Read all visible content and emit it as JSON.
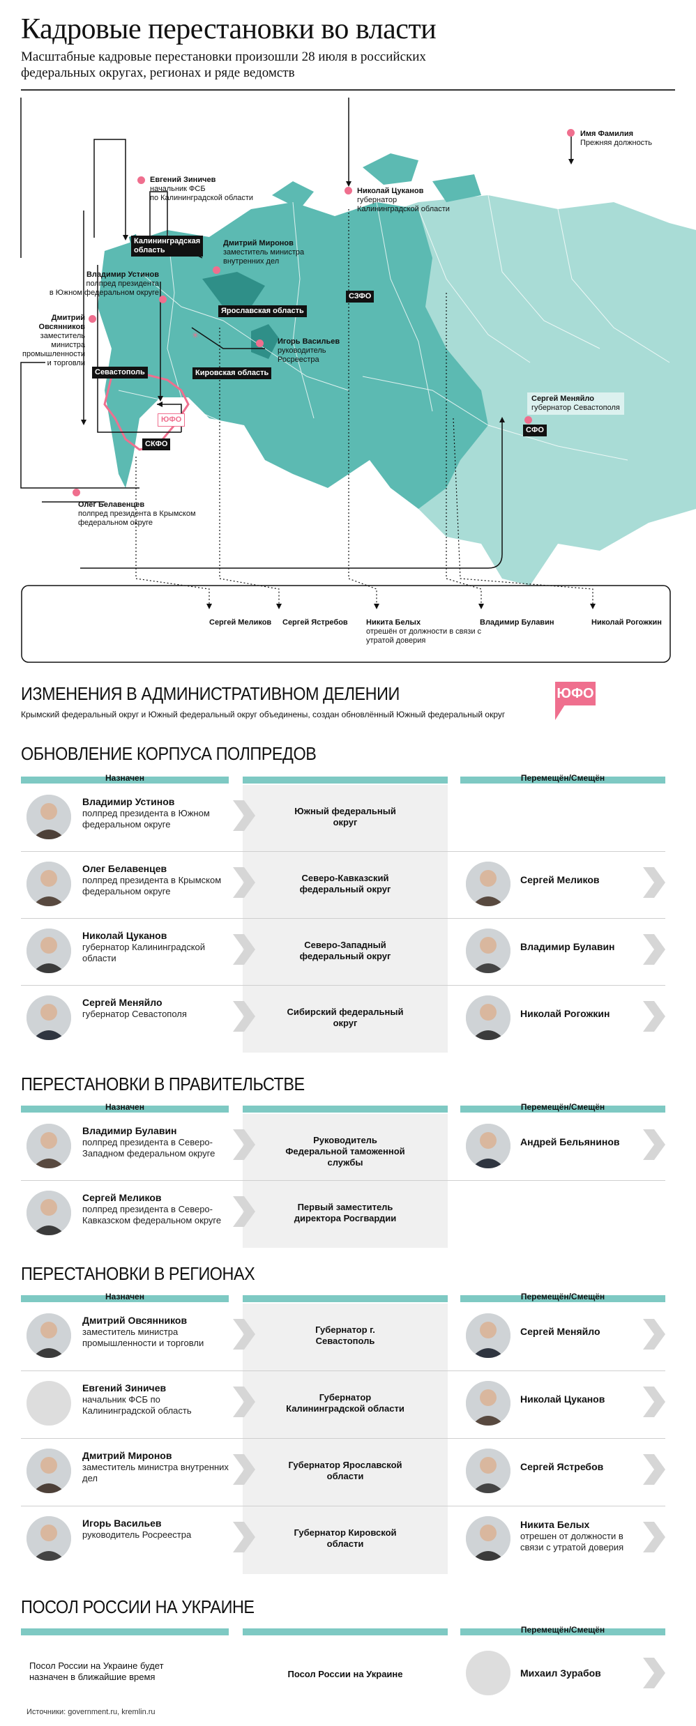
{
  "header": {
    "title": "Кадровые перестановки во власти",
    "subtitle": "Масштабные кадровые перестановки произошли 28 июля в российских федеральных округах, регионах и ряде ведомств"
  },
  "legend": {
    "name": "Имя Фамилия",
    "role": "Прежняя должность"
  },
  "map": {
    "labels": {
      "zinichev": [
        "Евгений Зиничев",
        "начальник ФСБ",
        "по Калининградской области"
      ],
      "tsukanov": [
        "Николай Цуканов",
        "губернатор",
        "Калининградской области"
      ],
      "mironov": [
        "Дмитрий Миронов",
        "заместитель министра",
        "внутренних дел"
      ],
      "ustinov": [
        "Владимир Устинов",
        "полпред президента",
        "в Южном федеральном округе"
      ],
      "ovsyannikov": [
        "Дмитрий",
        "Овсянников",
        "заместитель",
        "министра",
        "промышленности",
        "и торговли"
      ],
      "vasiliev": [
        "Игорь Васильев",
        "руководитель",
        "Росреестра"
      ],
      "menyailo": [
        "Сергей Меняйло",
        "губернатор Севастополя"
      ],
      "belavencev": [
        "Олег Белавенцев",
        "полпред президента в Крымском",
        "федеральном округе"
      ]
    },
    "tags": {
      "kaliningrad": [
        "Калининградская",
        "область"
      ],
      "szfo": "СЗФО",
      "yaroslavl": "Ярославская область",
      "kirov": "Кировская область",
      "sevastopol": "Севастополь",
      "yufo": "ЮФО",
      "skfo": "СКФО",
      "sfo": "СФО"
    },
    "removed": [
      {
        "name": "Сергей Меликов",
        "note": ""
      },
      {
        "name": "Сергей Ястребов",
        "note": ""
      },
      {
        "name": "Никита Белых",
        "note": "отрешён от должности в связи с утратой доверия"
      },
      {
        "name": "Владимир Булавин",
        "note": ""
      },
      {
        "name": "Николай Рогожкин",
        "note": ""
      }
    ]
  },
  "admin_change": {
    "title": "ИЗМЕНЕНИЯ В АДМИНИСТРАТИВНОМ ДЕЛЕНИИ",
    "text": "Крымский федеральный округ и Южный федеральный округ объединены, создан обновлённый Южный федеральный округ",
    "badge": "ЮФО"
  },
  "columns": {
    "appointed": "Назначен",
    "moved": "Перемещён/Смещён"
  },
  "polpred": {
    "title": "ОБНОВЛЕНИЕ КОРПУСА ПОЛПРЕДОВ",
    "rows": [
      {
        "name": "Владимир Устинов",
        "role": "полпред президента в Южном федеральном округе",
        "post": "Южный федеральный округ",
        "moved": ""
      },
      {
        "name": "Олег Белавенцев",
        "role": "полпред президента в Крымском федеральном округе",
        "post": "Северо-Кавказский федеральный округ",
        "moved": "Сергей Меликов"
      },
      {
        "name": "Николай Цуканов",
        "role": "губернатор Калининградской области",
        "post": "Северо-Западный федеральный округ",
        "moved": "Владимир Булавин"
      },
      {
        "name": "Сергей Меняйло",
        "role": "губернатор Севастополя",
        "post": "Сибирский федеральный округ",
        "moved": "Николай Рогожкин"
      }
    ]
  },
  "government": {
    "title": "ПЕРЕСТАНОВКИ В ПРАВИТЕЛЬСТВЕ",
    "rows": [
      {
        "name": "Владимир Булавин",
        "role": "полпред президента в Северо-Западном федеральном округе",
        "post": "Руководитель Федеральной таможенной службы",
        "moved": "Андрей Бельянинов"
      },
      {
        "name": "Сергей Меликов",
        "role": "полпред президента в Северо-Кавказском федеральном округе",
        "post": "Первый заместитель директора Росгвардии",
        "moved": ""
      }
    ]
  },
  "regions": {
    "title": "ПЕРЕСТАНОВКИ В РЕГИОНАХ",
    "rows": [
      {
        "name": "Дмитрий Овсянников",
        "role": "заместитель министра промышленности и торговли",
        "post": "Губернатор г. Севастополь",
        "moved": "Сергей Меняйло",
        "moved_note": ""
      },
      {
        "name": "Евгений Зиничев",
        "role": "начальник ФСБ по Калининградской область",
        "post": "Губернатор Калининградской области",
        "moved": "Николай Цуканов",
        "moved_note": ""
      },
      {
        "name": "Дмитрий Миронов",
        "role": "заместитель министра внутренних дел",
        "post": "Губернатор Ярославской области",
        "moved": "Сергей Ястребов",
        "moved_note": ""
      },
      {
        "name": "Игорь Васильев",
        "role": "руководитель Росреестра",
        "post": "Губернатор Кировской области",
        "moved": "Никита Белых",
        "moved_note": "отрешен от должности в связи с утратой доверия"
      }
    ]
  },
  "ambassador": {
    "title": "ПОСОЛ РОССИИ НА УКРАИНЕ",
    "left": "Посол России на Украине будет назначен в ближайшие время",
    "post": "Посол России на Украине",
    "moved": "Михаил Зурабов"
  },
  "sources": "Источники: government.ru, kremlin.ru",
  "colors": {
    "accent": "#7ec9c3",
    "pink": "#ef6f8e",
    "map_light": "#a9dcd6",
    "map_mid": "#5cbab2",
    "map_dark": "#2f8f88"
  }
}
